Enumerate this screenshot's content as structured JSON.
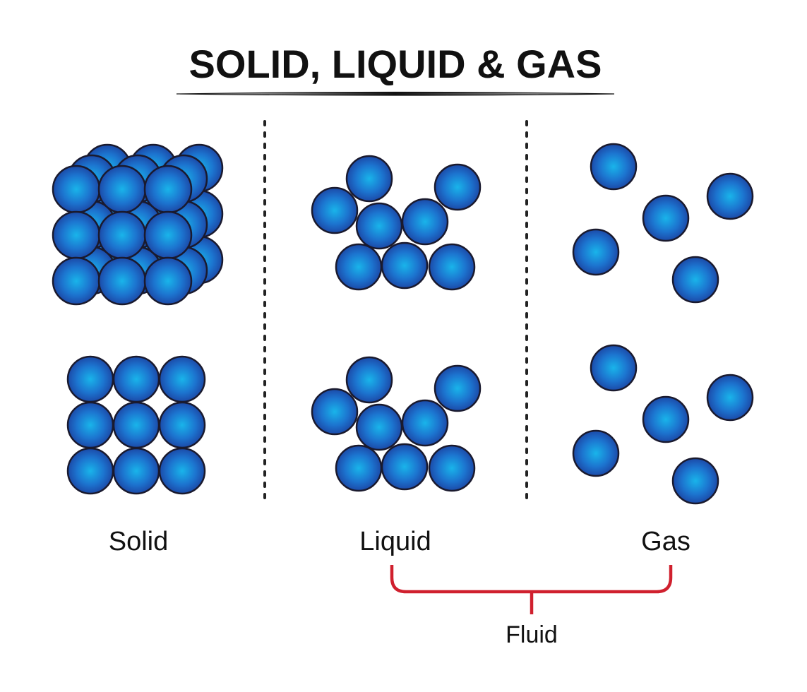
{
  "title": "SOLID, LIQUID & GAS",
  "labels": {
    "solid": "Solid",
    "liquid": "Liquid",
    "gas": "Gas",
    "fluid": "Fluid"
  },
  "colors": {
    "particle_center": "#19b4ea",
    "particle_edge": "#1b3f9e",
    "outline": "#1a1a2e",
    "bracket": "#d0202e",
    "text": "#111111"
  }
}
